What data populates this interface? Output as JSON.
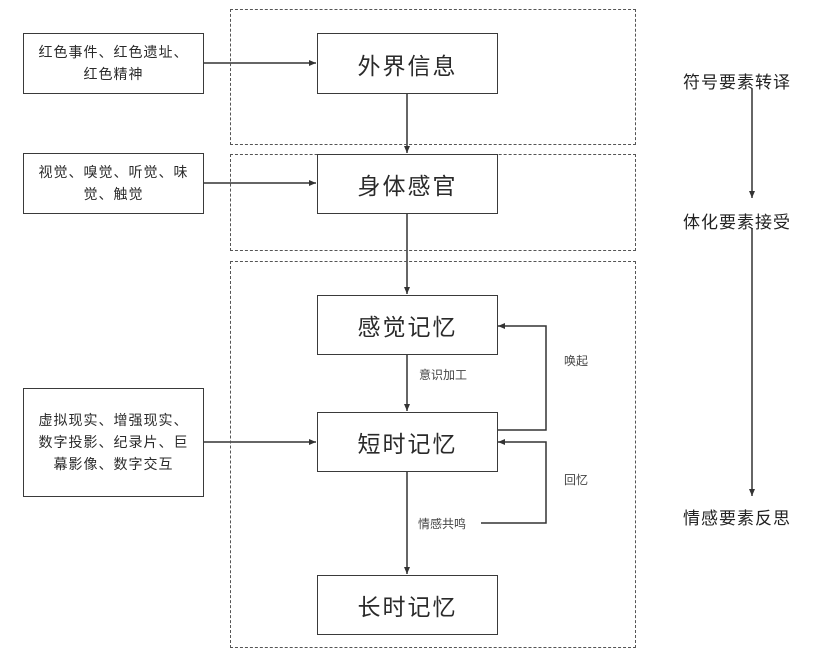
{
  "groups": [
    {
      "name": "external-stage"
    },
    {
      "name": "senses-stage"
    },
    {
      "name": "memory-stage"
    }
  ],
  "nodes": {
    "external_info": "外界信息",
    "body_senses": "身体感官",
    "sensory_memory": "感觉记忆",
    "short_term_memory": "短时记忆",
    "long_term_memory": "长时记忆"
  },
  "sources": {
    "red_culture": "红色事件、红色遗址、红色精神",
    "senses": "视觉、嗅觉、听觉、味觉、触觉",
    "media": "虚拟现实、增强现实、数字投影、纪录片、巨幕影像、数字交互"
  },
  "edge_labels": {
    "conscious_processing": "意识加工",
    "evoke": "唤起",
    "recall": "回忆",
    "emotional_resonance": "情感共鸣"
  },
  "stages": [
    "符号要素转译",
    "体化要素接受",
    "情感要素反思"
  ]
}
